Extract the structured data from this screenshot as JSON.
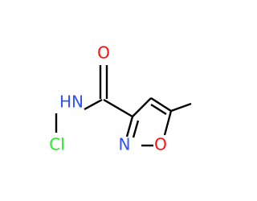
{
  "molecule": {
    "atoms": {
      "oxygen_carbonyl": {
        "symbol": "O",
        "color": "#ff0d0d"
      },
      "nitrogen_amide": {
        "symbol": "HN",
        "color": "#3050f8"
      },
      "chlorine": {
        "symbol": "Cl",
        "color": "#1ff01f"
      },
      "nitrogen_ring": {
        "symbol": "N",
        "color": "#3050f8"
      },
      "oxygen_ring": {
        "symbol": "O",
        "color": "#ff0d0d"
      }
    },
    "bond_color": "#000000"
  }
}
